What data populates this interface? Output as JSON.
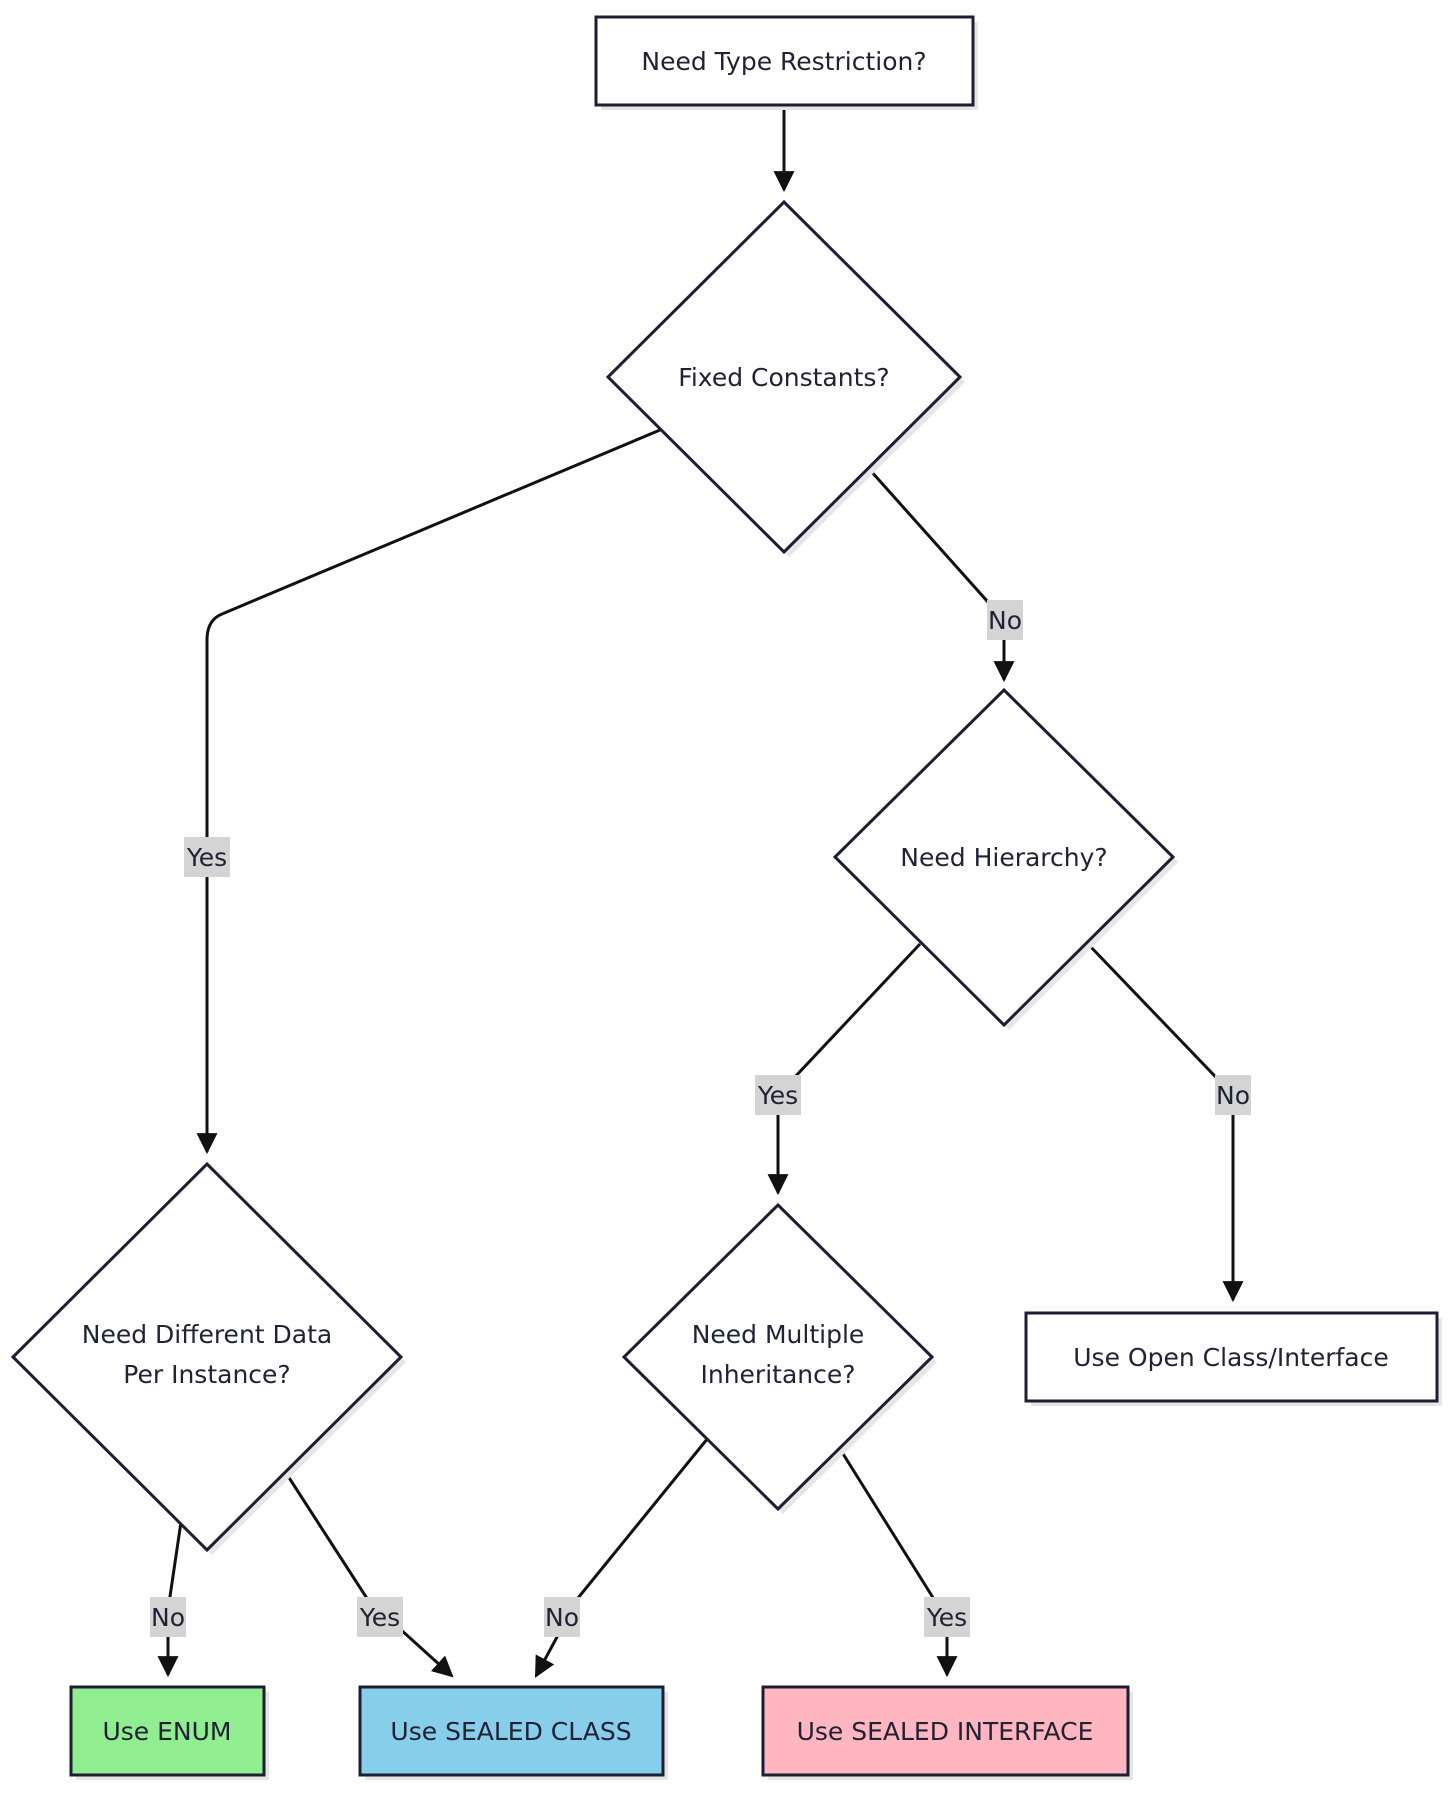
{
  "nodes": {
    "start": "Need Type Restriction?",
    "fixed_constants": "Fixed Constants?",
    "need_hierarchy": "Need Hierarchy?",
    "diff_data_line1": "Need Different Data",
    "diff_data_line2": "Per Instance?",
    "multi_inherit_line1": "Need Multiple",
    "multi_inherit_line2": "Inheritance?",
    "open_class": "Use Open Class/Interface",
    "use_enum": "Use ENUM",
    "use_sealed_class": "Use SEALED CLASS",
    "use_sealed_interface": "Use SEALED INTERFACE"
  },
  "edge_labels": {
    "fixed_yes": "Yes",
    "fixed_no": "No",
    "hier_yes": "Yes",
    "hier_no": "No",
    "diff_no": "No",
    "diff_yes": "Yes",
    "multi_no": "No",
    "multi_yes": "Yes"
  },
  "colors": {
    "enum": "#90ee90",
    "sealed_class": "#87ceeb",
    "sealed_interface": "#ffb6c1",
    "default_fill": "#ffffff",
    "stroke": "#1e1e32",
    "label_bg": "#d4d4d4"
  }
}
